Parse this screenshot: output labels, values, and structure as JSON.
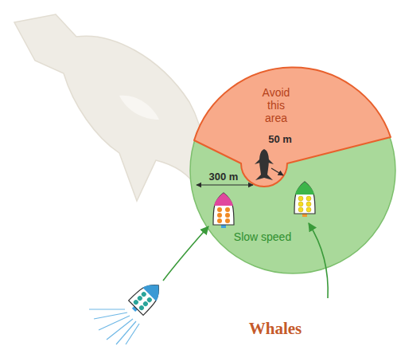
{
  "diagram": {
    "caption": "Whales",
    "nodes": [
      {
        "text": [
          "Slow speed"
        ]
      },
      {
        "text": [
          "Avoid this area"
        ],
        "in": 0
      }
    ],
    "labels": [
      "300 m",
      "50 m"
    ]
  }
}
